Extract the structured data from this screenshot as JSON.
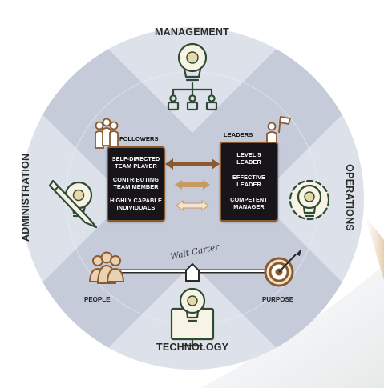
{
  "sections": {
    "top": "MANAGEMENT",
    "left": "ADMINISTRATION",
    "right": "OPERATIONS",
    "bottom": "TECHNOLOGY"
  },
  "followers": {
    "heading": "FOLLOWERS",
    "items": [
      [
        "SELF-DIRECTED",
        "TEAM PLAYER"
      ],
      [
        "CONTRIBUTING",
        "TEAM MEMBER"
      ],
      [
        "HIGHLY CAPABLE",
        "INDIVIDUALS"
      ]
    ]
  },
  "leaders": {
    "heading": "LEADERS",
    "items": [
      [
        "LEVEL 5",
        "LEADER"
      ],
      [
        "EFFECTIVE",
        "LEADER"
      ],
      [
        "COMPETENT",
        "MANAGER"
      ]
    ]
  },
  "balance": {
    "left_label": "PEOPLE",
    "right_label": "PURPOSE",
    "signature": "Walt Carter"
  },
  "colors": {
    "ring": "#dde2ea",
    "x_band": "#c5cbd8",
    "box_fill": "#17151a",
    "accent_brown": "#8a5a2e",
    "accent_tan": "#c89a63",
    "accent_light": "#e8c9a3",
    "icon_green": "#2f4a34",
    "bulb_yellow": "#f3e9a6"
  },
  "icons": {
    "top": "lightbulb-org-chart-icon",
    "left": "lightbulb-pencil-icon",
    "right": "lightbulb-gear-icon",
    "bottom": "lightbulb-monitor-icon",
    "followers": "followers-group-icon",
    "leaders": "leader-flag-icon",
    "people": "people-group-icon",
    "purpose": "target-arrow-icon"
  }
}
